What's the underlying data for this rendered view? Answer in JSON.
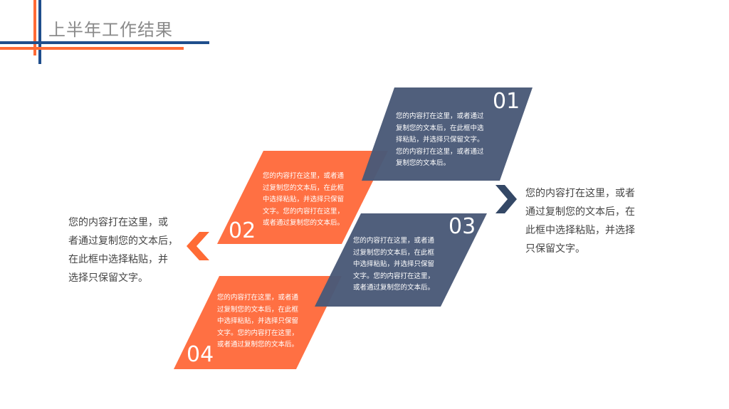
{
  "header": {
    "title": "上半年工作结果",
    "colors": {
      "orange": "#ff6b35",
      "navy": "#1f4e8c"
    }
  },
  "items": [
    {
      "number": "01",
      "color": "#4a5a78",
      "lines": [
        "您的内容打在这里，或者通过",
        "复制您的文本后，在此框中选",
        "择粘贴，并选择只保留文字。",
        "您的内容打在这里，或者通过",
        "复制您的文本后。"
      ]
    },
    {
      "number": "02",
      "color": "#ff7043",
      "lines": [
        "您的内容打在这里，或者通",
        "过复制您的文本后，在此框",
        "中选择粘贴，并选择只保留",
        "文字。您的内容打在这里，",
        "或者通过复制您的文本后。"
      ]
    },
    {
      "number": "03",
      "color": "#4a5a78",
      "lines": [
        "您的内容打在这里，或者通",
        "过复制您的文本后，在此框",
        "中选择粘贴，并选择只保留",
        "文字。您的内容打在这里，",
        "或者通过复制您的文本后。"
      ]
    },
    {
      "number": "04",
      "color": "#ff7043",
      "lines": [
        "您的内容打在这里，或者通",
        "过复制您的文本后，在此框",
        "中选择粘贴，并选择只保留",
        "文字。您的内容打在这里，",
        "或者通过复制您的文本后。"
      ]
    }
  ],
  "left_text": [
    "您的内容打在这里，或",
    "者通过复制您的文本后，",
    "在此框中选择粘贴，并",
    "选择只保留文字。"
  ],
  "right_text": [
    "您的内容打在这里，或者",
    "通过复制您的文本后，在",
    "此框中选择粘贴，并选择",
    "只保留文字。"
  ],
  "icons": {
    "left": "chevron-left-icon",
    "right": "chevron-right-icon"
  }
}
